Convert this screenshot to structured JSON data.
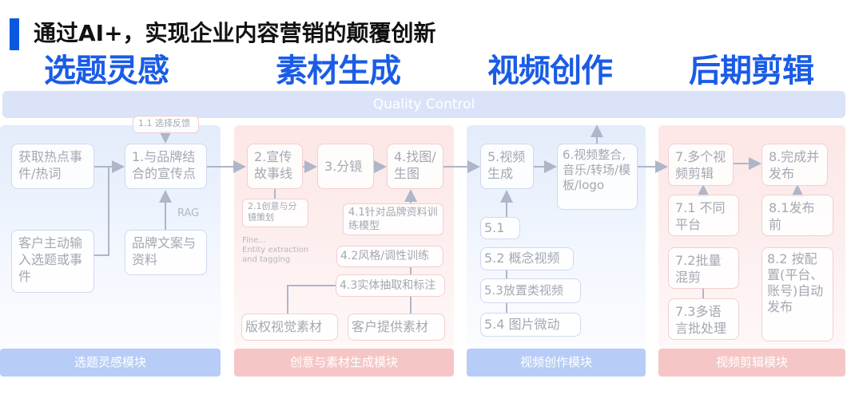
{
  "title": "通过AI+，实现企业内容营销的颠覆创新",
  "quality_control": "Quality Control",
  "modules": {
    "m1": {
      "overlay": "选题灵感",
      "footer": "选题灵感模块",
      "boxes": {
        "hot": "获取热点事件/热词",
        "brand_point": "1.与品牌结合的宣传点",
        "feedback": "1.1 选择反馈",
        "customer": "客户主动输入选题或事件",
        "brand_docs": "品牌文案与资料"
      },
      "rag": "RAG"
    },
    "m2": {
      "overlay": "素材生成",
      "footer": "创意与素材生成模块",
      "boxes": {
        "story": "2.宣传故事线",
        "storyboard": "3.分镜",
        "find_img": "4.找图/生图",
        "creative": "2.1创意与分镜策划",
        "train": "4.1针对品牌资料训练模型",
        "style": "4.2风格/调性训练",
        "entity": "4.3实体抽取和标注",
        "copyright": "版权视觉素材",
        "client": "客户提供素材"
      },
      "note1": "Fine...",
      "note2": "Entity extraction",
      "note3": "and tagging"
    },
    "m3": {
      "overlay": "视频创作",
      "footer": "视频创作模块",
      "boxes": {
        "gen": "5.视频生成",
        "integrate": "6.视频整合,音乐/转场/模板/logo",
        "v51": "5.1",
        "concept": "5.2 概念视频",
        "placement": "5.3放置类视频",
        "micro": "5.4 图片微动"
      }
    },
    "m4": {
      "overlay": "后期剪辑",
      "footer": "视频剪辑模块",
      "boxes": {
        "multi": "7.多个视频剪辑",
        "publish": "8.完成并发布",
        "platform": "7.1 不同平台",
        "pre": "8.1发布前",
        "batch": "7.2批量混剪",
        "auto": "8.2 按配置(平台、账号)自动发布",
        "lang": "7.3多语言批处理"
      }
    }
  },
  "colors": {
    "accent": "#0a58e0",
    "overlay": "#1a5ce6"
  }
}
